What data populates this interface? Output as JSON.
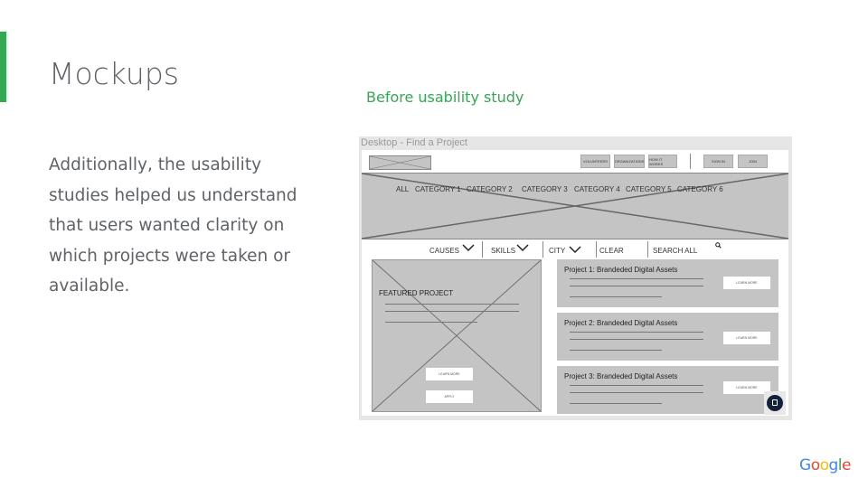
{
  "slide": {
    "title": "Mockups",
    "body": "Additionally, the usability studies helped us understand that users wanted clarity on which projects were taken or available.",
    "caption": "Before usability study",
    "logo": "Google"
  },
  "mockup": {
    "frame_title": "Desktop - Find a Project",
    "nav": [
      "VOLUNTEERS",
      "ORGANIZATIONS",
      "HOW IT WORKS"
    ],
    "auth": [
      "SIGN IN",
      "JOIN"
    ],
    "categories": [
      "ALL",
      "CATEGORY 1",
      "CATEGORY 2",
      "CATEGORY 3",
      "CATEGORY 4",
      "CATEGORY 5",
      "CATEGORY 6"
    ],
    "filters": {
      "causes": "CAUSES",
      "skills": "SKILLS",
      "city": "CITY",
      "clear": "CLEAR",
      "search": "SEARCH ALL"
    },
    "featured": {
      "label": "FEATURED PROJECT",
      "learn_more": "LEARN MORE",
      "apply": "APPLY"
    },
    "projects": [
      {
        "title": "Project 1: Brandeded Digital Assets",
        "button": "LEARN MORE"
      },
      {
        "title": "Project 2: Brandeded Digital Assets",
        "button": "LEARN MORE"
      },
      {
        "title": "Project 3: Brandeded Digital Assets",
        "button": "LEARN MORE"
      }
    ]
  },
  "colors": {
    "accent": "#34a853",
    "text": "#5f6368",
    "wire": "#c4c4c4"
  }
}
